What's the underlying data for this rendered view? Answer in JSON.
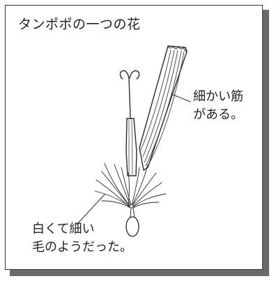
{
  "diagram": {
    "title": "タンポポの一つの花",
    "labels": {
      "veins": {
        "line1": "細かい筋",
        "line2": "がある。"
      },
      "hairs": {
        "line1": "白くて細い",
        "line2": "毛のようだった。"
      }
    },
    "colors": {
      "ink": "#222222",
      "shadow": "#6b6b6b",
      "paper": "#ffffff"
    }
  }
}
